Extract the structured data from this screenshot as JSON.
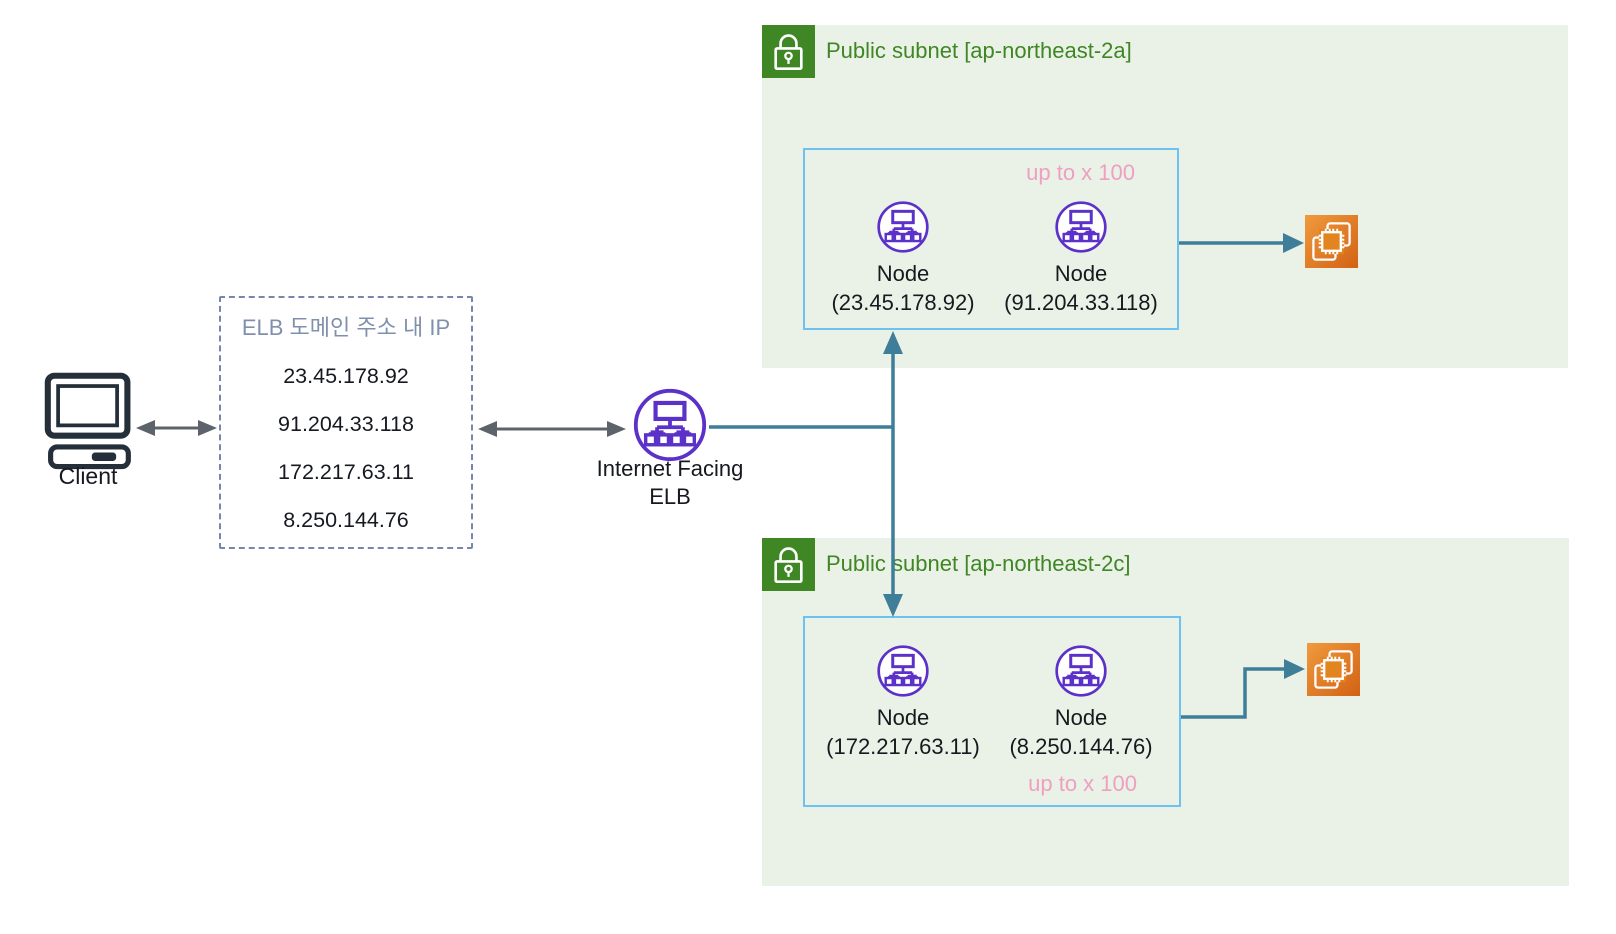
{
  "client": {
    "label": "Client"
  },
  "elb_ip_box": {
    "title": "ELB 도메인 주소 내 IP",
    "ips": [
      "23.45.178.92",
      "91.204.33.118",
      "172.217.63.11",
      "8.250.144.76"
    ]
  },
  "elb": {
    "line1": "Internet Facing",
    "line2": "ELB"
  },
  "subnets": [
    {
      "title": "Public subnet [ap-northeast-2a]",
      "scale_note": "up to x 100",
      "nodes": [
        {
          "name": "Node",
          "ip": "(23.45.178.92)"
        },
        {
          "name": "Node",
          "ip": "(91.204.33.118)"
        }
      ]
    },
    {
      "title": "Public subnet [ap-northeast-2c]",
      "scale_note": "up to x 100",
      "nodes": [
        {
          "name": "Node",
          "ip": "(172.217.63.11)"
        },
        {
          "name": "Node",
          "ip": "(8.250.144.76)"
        }
      ]
    }
  ],
  "icons": {
    "client": "desktop-computer-icon",
    "elb": "elastic-load-balancer-icon",
    "node": "load-balancer-node-icon",
    "subnet": "public-subnet-lock-icon",
    "ec2": "ec2-instances-icon"
  },
  "colors": {
    "subnet_fill": "#EAF2E7",
    "subnet_green": "#3F8624",
    "node_box_border": "#6EC2F0",
    "purple": "#5B31C9",
    "teal_arrow": "#3F7E99",
    "gray_arrow": "#5C636B",
    "pink_note": "#EE9FC2",
    "dashed_border": "#7787AB",
    "slate_title": "#8090AC",
    "ec2_orange_light": "#F09A3E",
    "ec2_orange_dark": "#D26214"
  }
}
